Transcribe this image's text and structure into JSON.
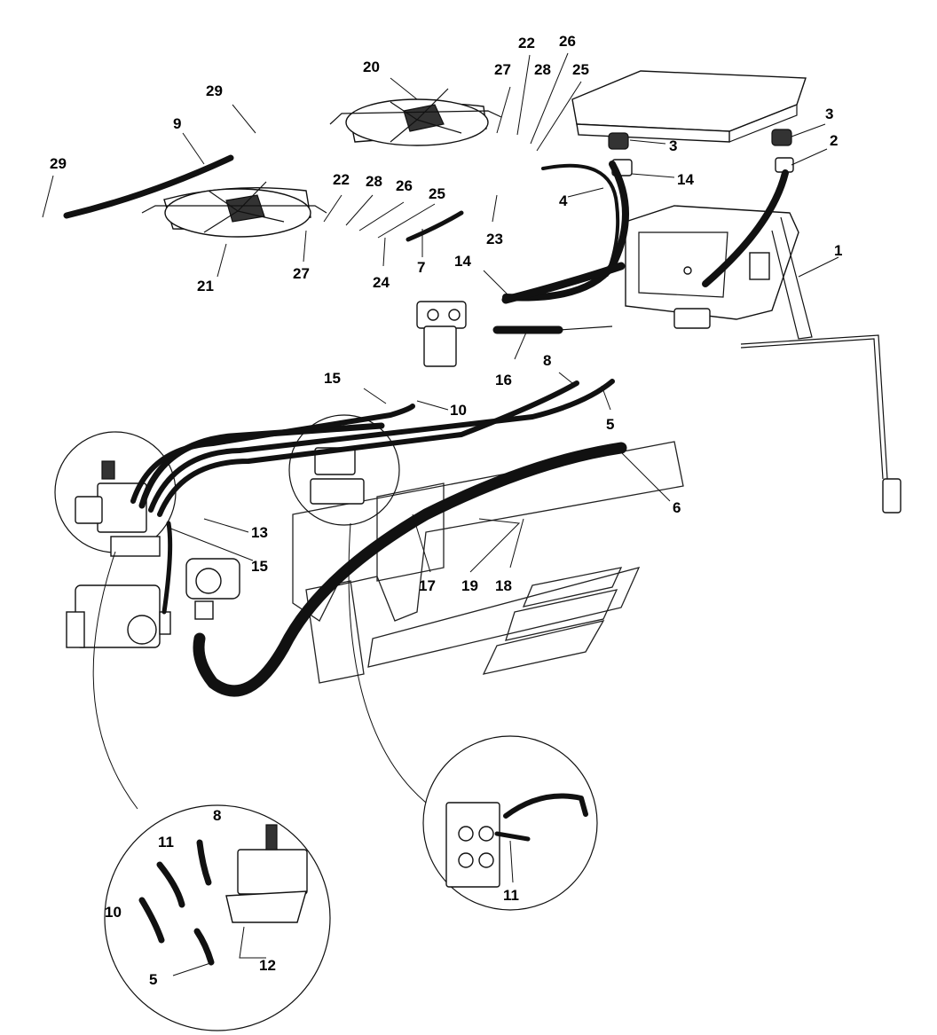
{
  "callouts": [
    {
      "id": "c1",
      "text": "1"
    },
    {
      "id": "c2",
      "text": "2"
    },
    {
      "id": "c3a",
      "text": "3"
    },
    {
      "id": "c3b",
      "text": "3"
    },
    {
      "id": "c4",
      "text": "4"
    },
    {
      "id": "c5a",
      "text": "5"
    },
    {
      "id": "c5b",
      "text": "5"
    },
    {
      "id": "c6",
      "text": "6"
    },
    {
      "id": "c7",
      "text": "7"
    },
    {
      "id": "c8a",
      "text": "8"
    },
    {
      "id": "c8b",
      "text": "8"
    },
    {
      "id": "c9",
      "text": "9"
    },
    {
      "id": "c10a",
      "text": "10"
    },
    {
      "id": "c10b",
      "text": "10"
    },
    {
      "id": "c11a",
      "text": "11"
    },
    {
      "id": "c11b",
      "text": "11"
    },
    {
      "id": "c12",
      "text": "12"
    },
    {
      "id": "c13",
      "text": "13"
    },
    {
      "id": "c14a",
      "text": "14"
    },
    {
      "id": "c14b",
      "text": "14"
    },
    {
      "id": "c15a",
      "text": "15"
    },
    {
      "id": "c15b",
      "text": "15"
    },
    {
      "id": "c16",
      "text": "16"
    },
    {
      "id": "c17",
      "text": "17"
    },
    {
      "id": "c18",
      "text": "18"
    },
    {
      "id": "c19",
      "text": "19"
    },
    {
      "id": "c20",
      "text": "20"
    },
    {
      "id": "c21",
      "text": "21"
    },
    {
      "id": "c22a",
      "text": "22"
    },
    {
      "id": "c22b",
      "text": "22"
    },
    {
      "id": "c23",
      "text": "23"
    },
    {
      "id": "c24",
      "text": "24"
    },
    {
      "id": "c25a",
      "text": "25"
    },
    {
      "id": "c25b",
      "text": "25"
    },
    {
      "id": "c26a",
      "text": "26"
    },
    {
      "id": "c26b",
      "text": "26"
    },
    {
      "id": "c27a",
      "text": "27"
    },
    {
      "id": "c27b",
      "text": "27"
    },
    {
      "id": "c28a",
      "text": "28"
    },
    {
      "id": "c28b",
      "text": "28"
    },
    {
      "id": "c29a",
      "text": "29"
    },
    {
      "id": "c29b",
      "text": "29"
    }
  ],
  "colors": {
    "line": "#111111",
    "background": "#ffffff"
  }
}
